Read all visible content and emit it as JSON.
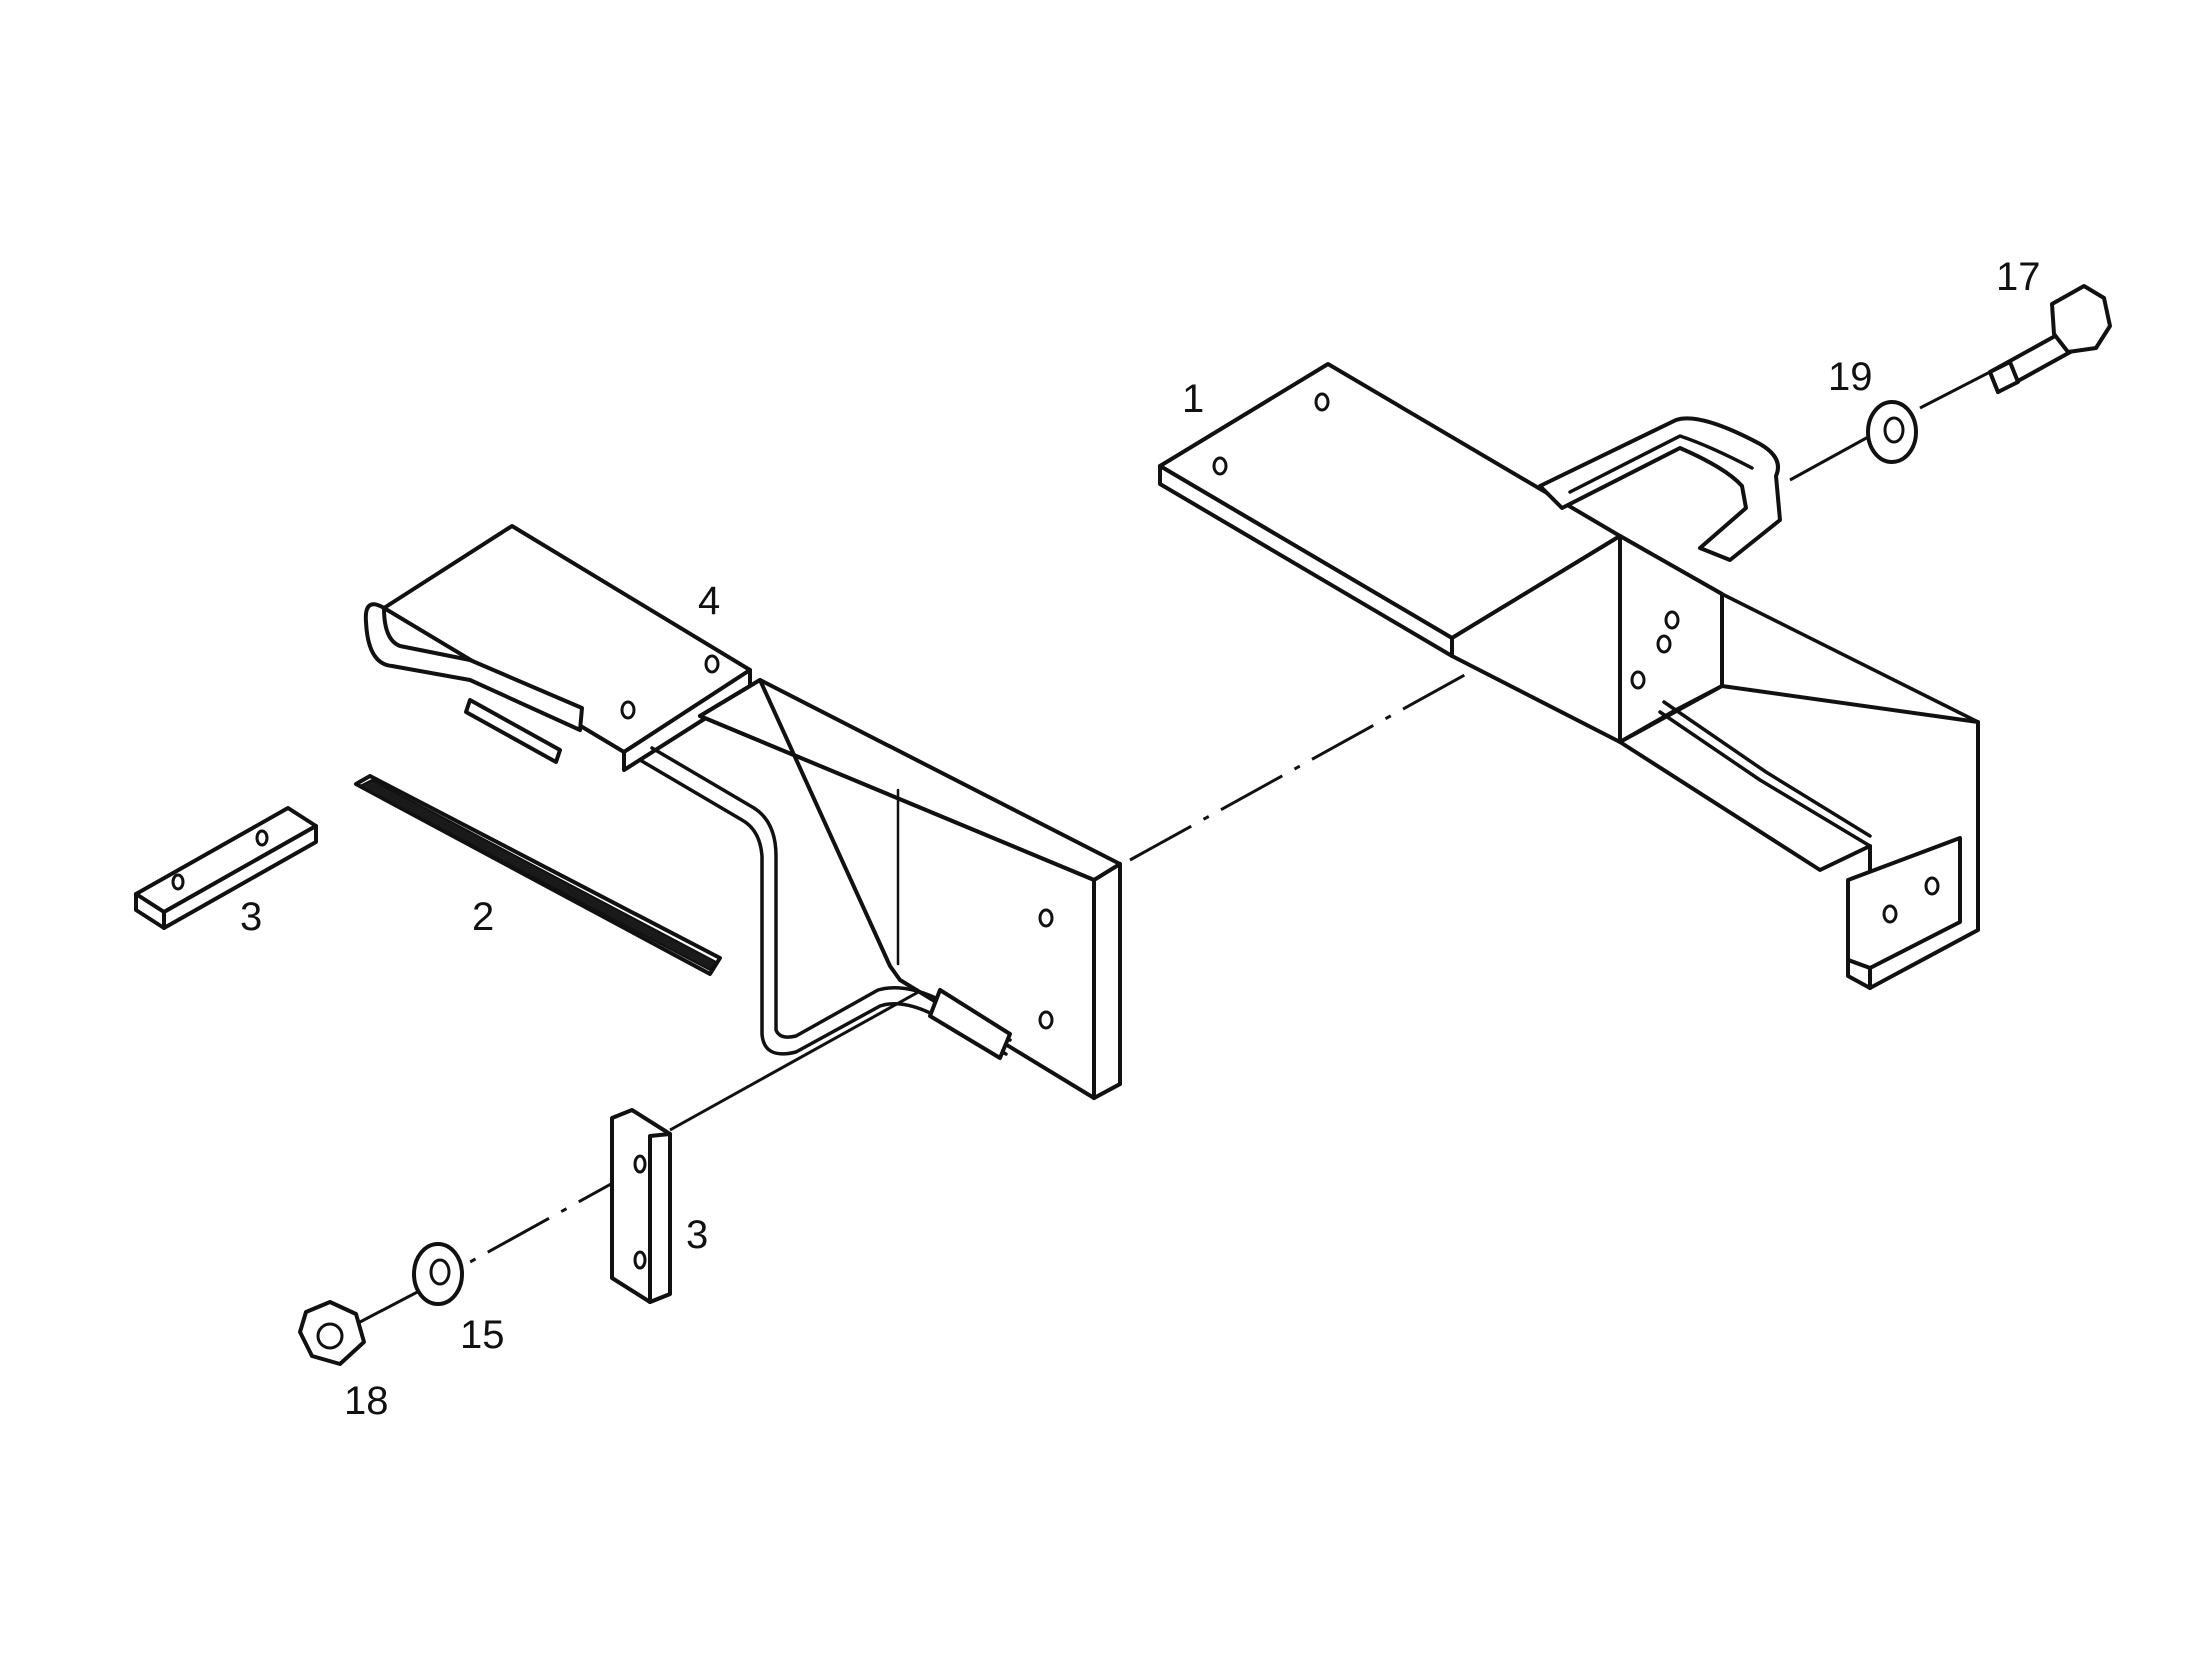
{
  "callouts": {
    "part_1": "1",
    "part_2": "2",
    "part_3_left": "3",
    "part_3_lower": "3",
    "part_4": "4",
    "part_15": "15",
    "part_17": "17",
    "part_18": "18",
    "part_19": "19"
  }
}
